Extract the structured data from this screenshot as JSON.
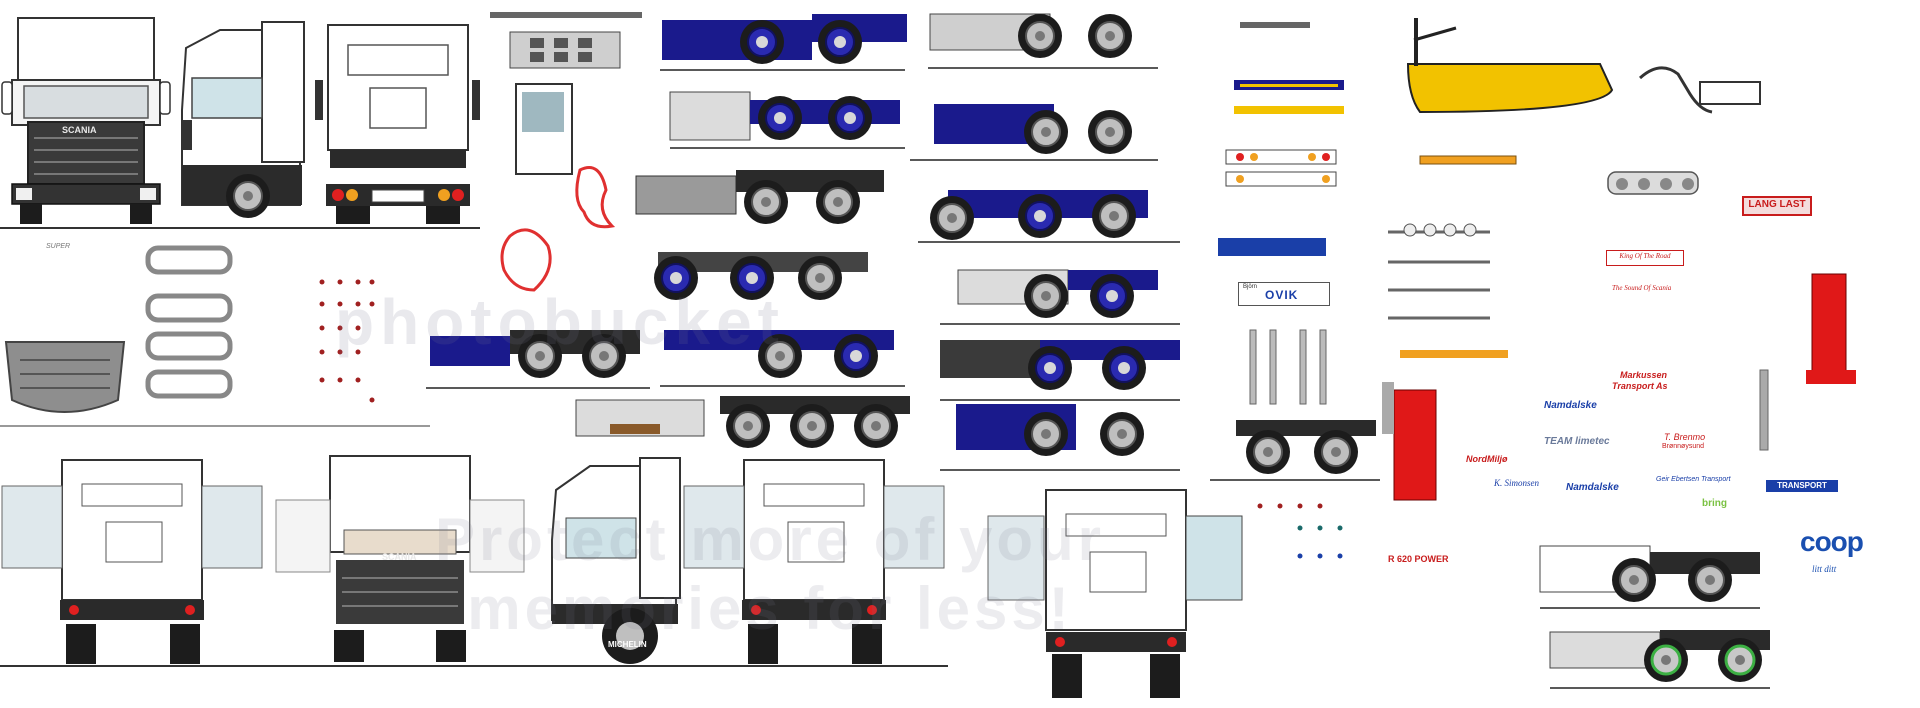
{
  "sheet": {
    "grille_badge": "SCANIA",
    "front_badge_alt": "SCANIA",
    "super_badge": "SUPER",
    "tyre_text": "MICHELIN",
    "sign_ovik_small": "Björn",
    "sign_ovik": "OVIK",
    "watermark": "photobucket",
    "watermark_bottom": "Protect more of your memories for less!"
  },
  "decals": {
    "lang_last": "LANG LAST",
    "king_of_road": "King Of The Road",
    "sound_of_scania": "The Sound Of Scania",
    "markussen_1": "Markussen",
    "markussen_2": "Transport As",
    "namdalske_1": "Namdalske",
    "team_limetec": "TEAM limetec",
    "t_brenmo_1": "T. Brenmo",
    "t_brenmo_2": "Brønnøysund",
    "nordmiljo": "NordMiljø",
    "k_simonsen": "K. Simonsen",
    "namdalske_2": "Namdalske",
    "geir_ebertsen": "Geir Ebertsen Transport",
    "bring": "bring",
    "transport_plate": "TRANSPORT",
    "r620": "R 620 POWER",
    "coop": "coop",
    "coop_sub": "litt ditt"
  },
  "colors": {
    "chassis_blue": "#1a1a8c",
    "chassis_gray": "#9a9a9a",
    "cab_white": "#ffffff",
    "grille_dark": "#3a3a3a",
    "light_amber": "#f0a020",
    "light_red": "#e02020",
    "crane_red": "#e01818",
    "plow_yellow": "#f2c200",
    "decal_blue": "#1a3fa8",
    "coop_blue": "#1a4fb0",
    "bring_green": "#7ac142",
    "tyre_green": "#3cb043"
  }
}
